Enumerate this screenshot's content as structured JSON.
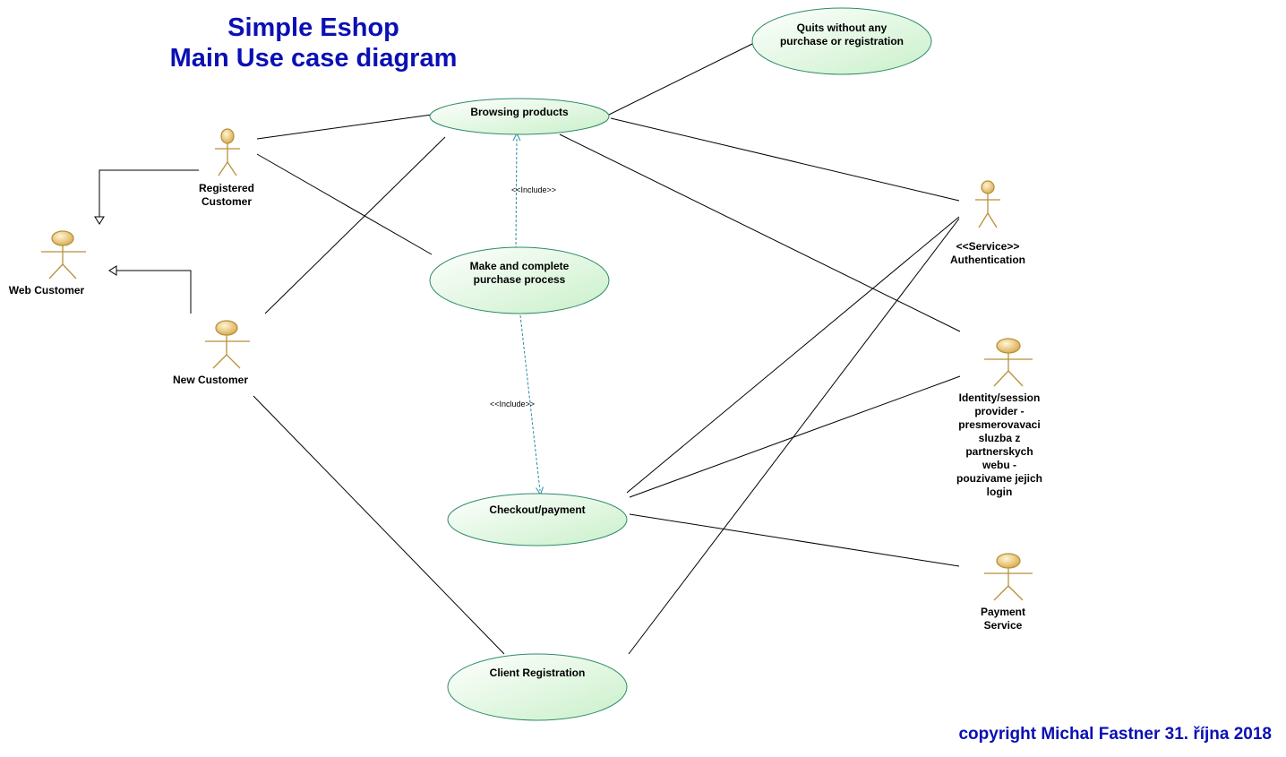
{
  "title": {
    "line1": "Simple Eshop",
    "line2": "Main Use case diagram"
  },
  "copyright": "copyright Michal Fastner 31. října 2018",
  "use_cases": {
    "quits": {
      "line1": "Quits without any",
      "line2": "purchase or registration"
    },
    "browsing": {
      "line1": "Browsing products"
    },
    "purchase": {
      "line1": "Make and complete",
      "line2": "purchase process"
    },
    "checkout": {
      "line1": "Checkout/payment"
    },
    "registration": {
      "line1": "Client Registration"
    }
  },
  "actors": {
    "registered_customer": {
      "line1": "Registered",
      "line2": "Customer"
    },
    "web_customer": {
      "line1": "Web Customer"
    },
    "new_customer": {
      "line1": "New Customer"
    },
    "authentication": {
      "line1": "<<Service>>",
      "line2": "Authentication"
    },
    "identity_provider": {
      "line1": "Identity/session",
      "line2": "provider -",
      "line3": "presmerovavaci",
      "line4": "sluzba z",
      "line5": "partnerskych",
      "line6": "webu -",
      "line7": "pouzivame jejich",
      "line8": "login"
    },
    "payment_service": {
      "line1": "Payment",
      "line2": "Service"
    }
  },
  "relations": {
    "include_1": "<<Include>>",
    "include_2": "<<Include>>"
  },
  "colors": {
    "title": "#0a10b4",
    "usecase_fill_start": "#ffffff",
    "usecase_fill_end": "#c9f0c9",
    "usecase_stroke": "#2e8b6a",
    "actor_stroke": "#b8913a",
    "actor_head": "#e8c06a",
    "include_line": "#2a8aa6"
  }
}
